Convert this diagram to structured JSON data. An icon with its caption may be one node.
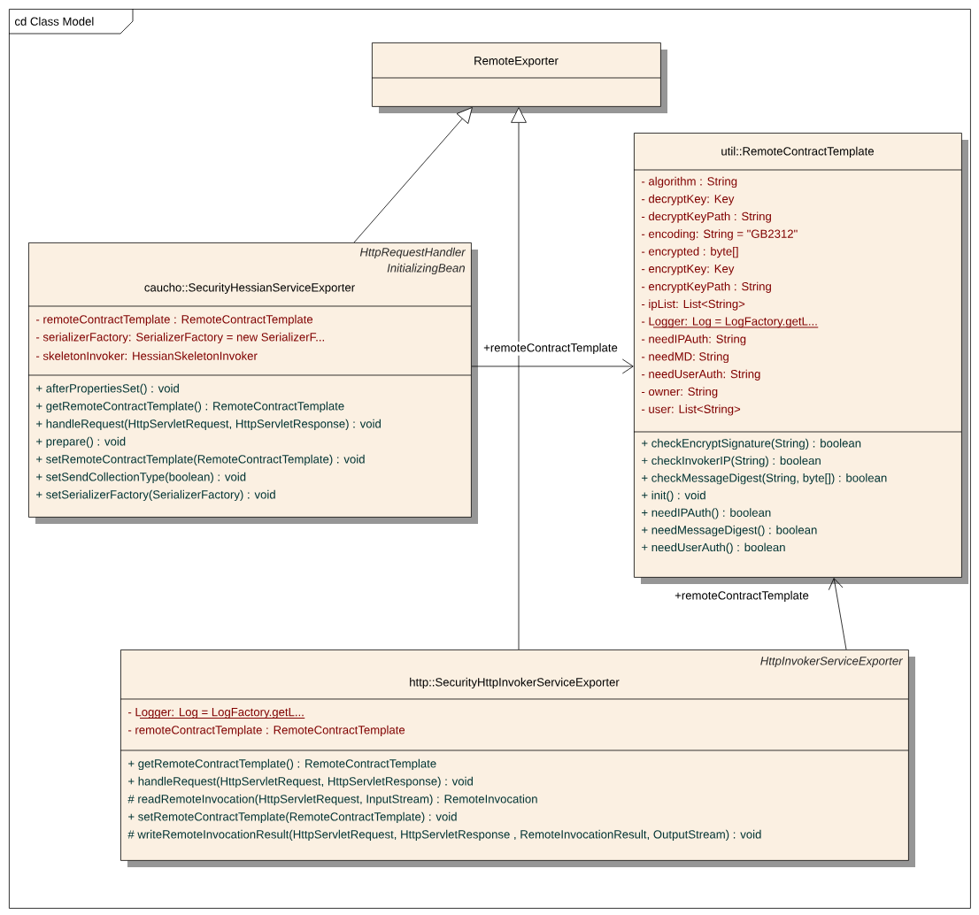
{
  "diagram": {
    "nodes": [
      {
        "text": [
          "cd Class Model"
        ]
      },
      {
        "text": [
          "RemoteExporter"
        ],
        "in": 0
      },
      {
        "text": [
          "HttpRequestHandler",
          "InitializingBean",
          "caucho::SecurityHessianServiceExporter",
          "- remoteContractTemplate : RemoteContractTemplate",
          "- serializerFactory: SerializerFactory = new SerializerF...",
          "- skeletonInvoker: HessianSkeletonInvoker",
          "+ afterPropertiesSet() : void",
          "+ getRemoteContractTemplate() : RemoteContractTemplate",
          "+ handleRequest(HttpServletRequest, HttpServletResponse) : void",
          "+ prepare() : void",
          "+ setRemoteContractTemplate(RemoteContractTemplate) : void",
          "+ setSendCollectionType(boolean) : void",
          "+ setSerializerFactory(SerializerFactory) : void"
        ],
        "in": 0
      },
      {
        "text": [
          "util::RemoteContractTemplate",
          "- algorithm : String",
          "- decryptKey: Key",
          "- decryptKeyPath : String",
          "- encoding: String = \"GB2312\"",
          "- encrypted : byte[]",
          "- encryptKey: Key",
          "- encryptKeyPath : String",
          "- ipList: List<String>",
          "- Logger: Log = LogFactory.getL...",
          "- needIPAuth: String",
          "- needMD: String",
          "- needUserAuth: String",
          "- owner: String",
          "- user: List<String>",
          "+ checkEncryptSignature(String) : boolean",
          "+ checkInvokerIP(String) : boolean",
          "+ checkMessageDigest(String, byte[]) : boolean",
          "+ init() : void",
          "+ needIPAuth() : boolean",
          "+ needMessageDigest() : boolean",
          "+ needUserAuth() : boolean"
        ],
        "in": 0
      },
      {
        "text": [
          "HttpInvokerServiceExporter",
          "http::SecurityHttpInvokerServiceExporter",
          "- Logger: Log = LogFactory.getL...",
          "- remoteContractTemplate : RemoteContractTemplate",
          "+ getRemoteContractTemplate() : RemoteContractTemplate",
          "+ handleRequest(HttpServletRequest, HttpServletResponse) : void",
          "# readRemoteInvocation(HttpServletRequest, InputStream) : RemoteInvocation",
          "+ setRemoteContractTemplate(RemoteContractTemplate) : void",
          "# writeRemoteInvocationResult(HttpServletRequest, HttpServletResponse , RemoteInvocationResult, OutputStream) : void"
        ],
        "in": 0
      }
    ],
    "edges": [
      {
        "from": 2,
        "to": 1,
        "arrow": "to"
      },
      {
        "from": 4,
        "to": 1,
        "arrow": "to"
      },
      {
        "from": 2,
        "to": 3,
        "arrow": "to",
        "label": "+remoteContractTemplate"
      },
      {
        "from": 4,
        "to": 3,
        "arrow": "to",
        "label": "+remoteContractTemplate"
      }
    ]
  }
}
